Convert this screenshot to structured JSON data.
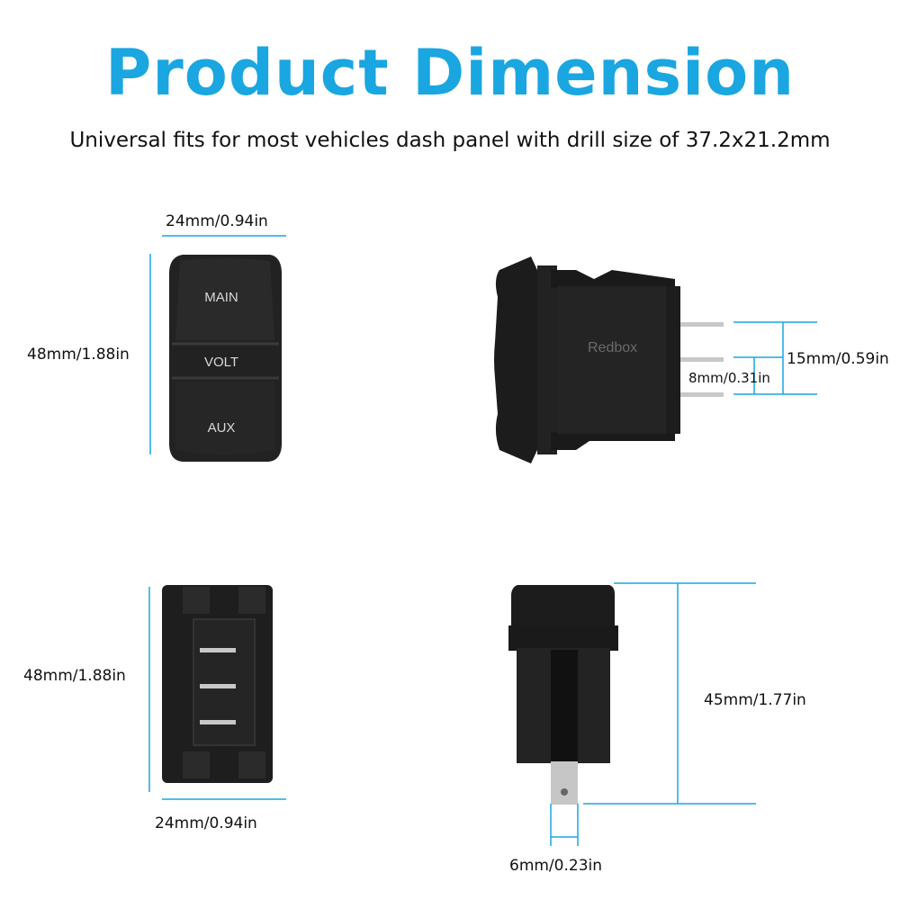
{
  "title": "Product Dimension",
  "subtitle": "Universal fits for most vehicles dash panel with drill size of 37.2x21.2mm",
  "colors": {
    "accent": "#1aa6e0",
    "switch_body": "#1f1f1f",
    "pin": "#c8c8c8"
  },
  "front_view": {
    "width_label": "24mm/0.94in",
    "height_label": "48mm/1.88in",
    "labels": {
      "top": "MAIN",
      "middle": "VOLT",
      "bottom": "AUX"
    }
  },
  "side_view": {
    "brand": "Redbox",
    "pins_label": "15mm/0.59in",
    "pin_gap_label": "8mm/0.31in"
  },
  "back_view": {
    "height_label": "48mm/1.88in",
    "width_label": "24mm/0.94in"
  },
  "end_view": {
    "height_label": "45mm/1.77in",
    "pin_width_label": "6mm/0.23in"
  }
}
